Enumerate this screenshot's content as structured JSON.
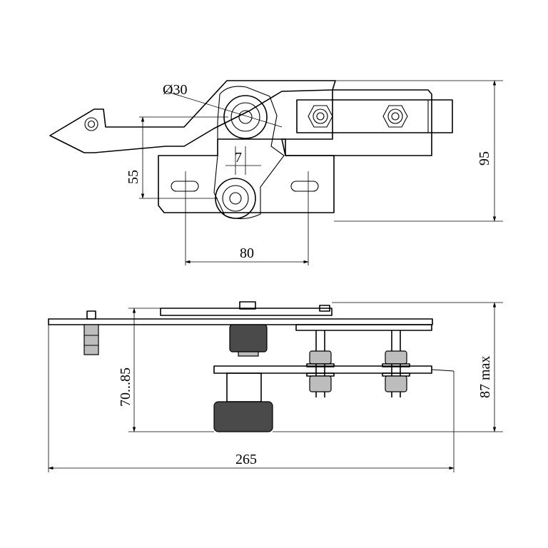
{
  "dimensions": {
    "diameter": "Ø30",
    "pin_offset": "7",
    "height_55": "55",
    "width_80": "80",
    "height_95": "95",
    "height_range": "70...85",
    "height_max": "87 max",
    "length_total": "265"
  }
}
